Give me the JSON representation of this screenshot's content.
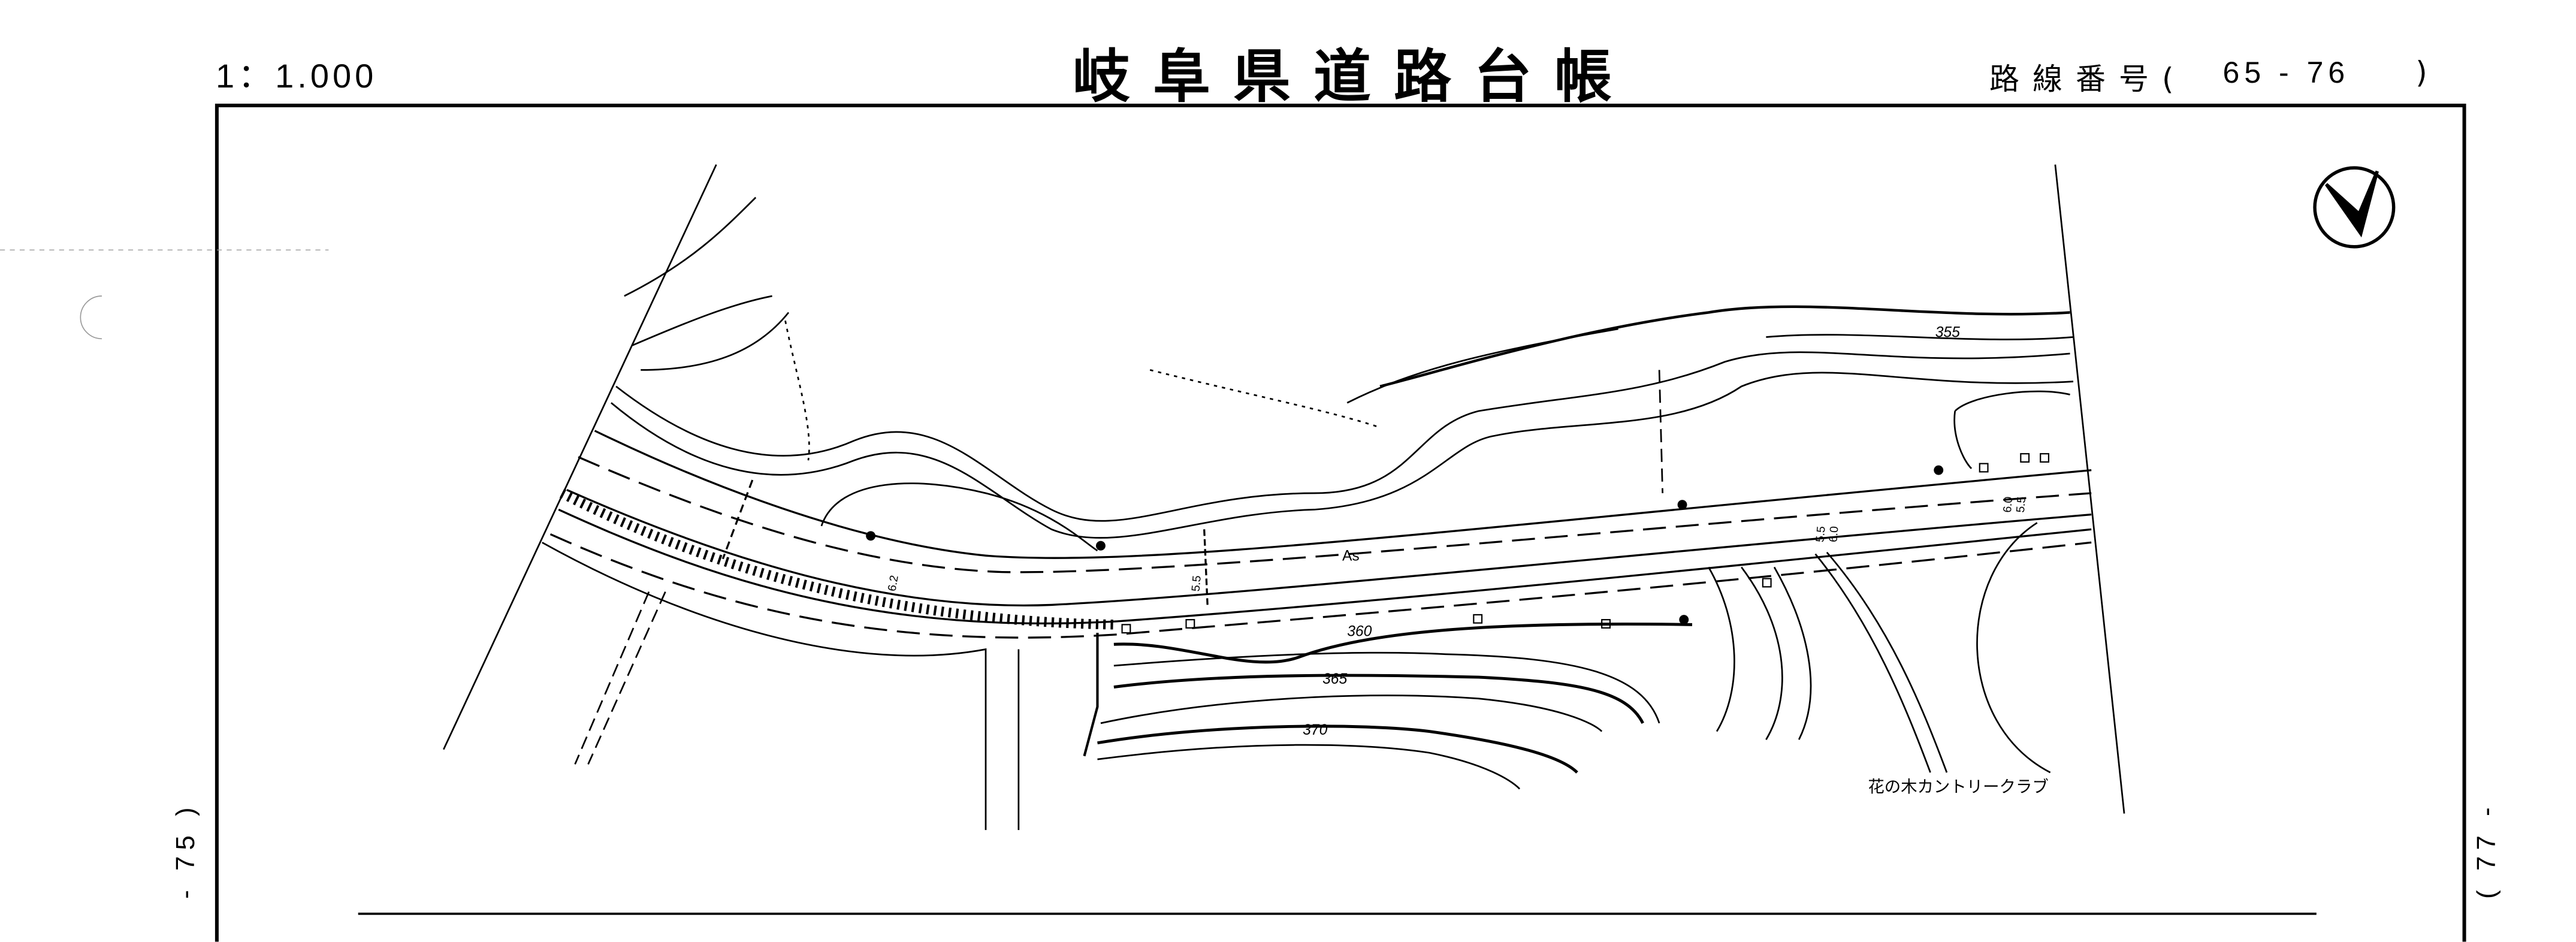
{
  "header": {
    "scale": "1：1.000",
    "title": "岐阜県道路台帳",
    "route_label": "路線番号(",
    "route_number": "65 - 76",
    "route_close": ")"
  },
  "side_labels": {
    "left": "- 75 )",
    "right": "( 77 -"
  },
  "map": {
    "contours": [
      "355",
      "360",
      "365",
      "370"
    ],
    "surface": "As",
    "widths": {
      "w1": "6.2",
      "w2": "5.5",
      "w3a": "5.5",
      "w3b": "6.0",
      "w4a": "6.0",
      "w4b": "5.5"
    },
    "place": "花の木カントリークラブ"
  },
  "colors": {
    "ink": "#000000",
    "paper": "#ffffff"
  }
}
